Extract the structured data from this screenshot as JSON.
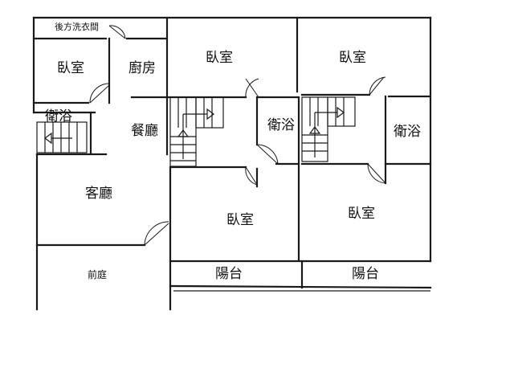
{
  "rooms": {
    "laundry": "後方洗衣間",
    "bedroom_left": "臥室",
    "kitchen": "廚房",
    "bathroom_left": "衛浴",
    "dining": "餐廳",
    "living": "客廳",
    "front_yard": "前庭",
    "bedroom_mid_top": "臥室",
    "bedroom_right_top": "臥室",
    "bathroom_mid": "衛浴",
    "bathroom_right": "衛浴",
    "bedroom_mid_bottom": "臥室",
    "bedroom_right_bottom": "臥室",
    "balcony_mid": "陽台",
    "balcony_right": "陽台"
  },
  "colors": {
    "line": "#1a1a1a",
    "background": "#ffffff"
  }
}
